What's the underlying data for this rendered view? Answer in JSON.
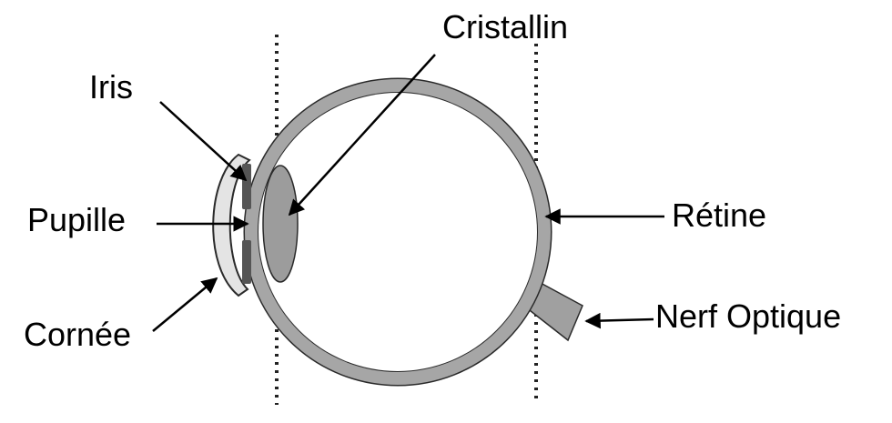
{
  "labels": {
    "cristallin": "Cristallin",
    "iris": "Iris",
    "pupille": "Pupille",
    "cornee": "Cornée",
    "retine": "Rétine",
    "nerf_optique": "Nerf Optique"
  },
  "colors": {
    "eye_wall": "#a6a6a6",
    "wall_outline": "#2a2a2a",
    "cornea_fill": "#e4e4e4",
    "iris_fill": "#555555",
    "lens_fill": "#9c9c9c",
    "nerve_fill": "#a0a0a0",
    "arrow": "#000000",
    "dotted_line": "#222222"
  }
}
